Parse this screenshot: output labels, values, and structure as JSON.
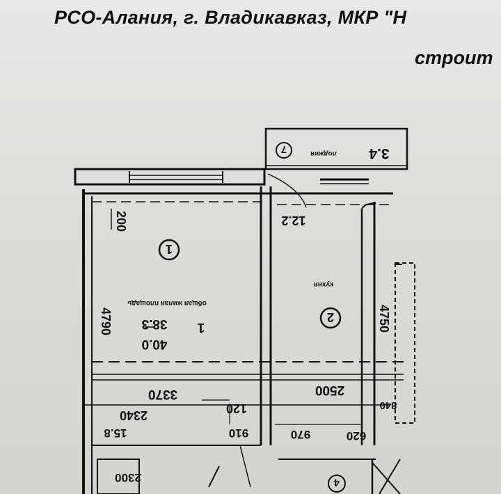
{
  "header": {
    "line1": "РСО-Алания, г. Владикавказ, МКР \"Н",
    "line2": "строит"
  },
  "plan": {
    "rooms": [
      {
        "number": "1",
        "numerator": "1",
        "area_top": "38.3",
        "area_bottom": "40.0",
        "caption": "общая жилая площадь"
      },
      {
        "number": "2",
        "caption": "кухня"
      },
      {
        "number": "7",
        "area": "3.4",
        "caption": "лоджия"
      },
      {
        "number": "4"
      }
    ],
    "dims": {
      "d200": "200",
      "d4790": "4790",
      "d4750": "4750",
      "d3370": "3370",
      "d2500": "2500",
      "d2340": "2340",
      "d120": "120",
      "d910": "910",
      "d970": "970",
      "d620": "620",
      "d840": "840",
      "d158": "15.8",
      "d122": "12.2",
      "d2300": "2300"
    }
  }
}
